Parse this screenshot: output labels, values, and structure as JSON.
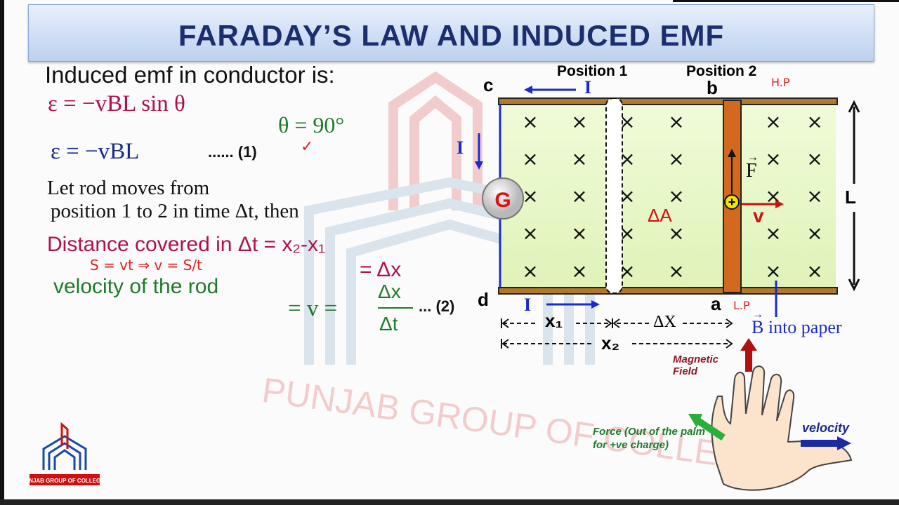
{
  "title": "FARADAY’S LAW AND INDUCED EMF",
  "left": {
    "heading": "Induced emf in conductor is:",
    "eq1": "ε = −vBL sin θ",
    "theta": "θ = 90°",
    "eq2": "ε = −vBL",
    "eq2_tag": "...... (1)",
    "let_line1": "Let rod moves from",
    "let_line2": "position 1 to 2 in time Δt, then",
    "distance": "Distance covered in Δt = x₂-x₁",
    "distance_eq": "= Δx",
    "handwritten_note": "S = vt ⇒ v = S/t",
    "velocity_label": "velocity of the rod",
    "velocity_eq_prefix": "= v =",
    "frac_num": "Δx",
    "frac_den": "Δt",
    "velocity_tag": "... (2)"
  },
  "diagram": {
    "position1": "Position 1",
    "position2": "Position 2",
    "corner_c": "c",
    "corner_b": "b",
    "corner_d": "d",
    "corner_a": "a",
    "current": "I",
    "galvanometer": "G",
    "force": "F",
    "velocity": "v",
    "area": "ΔA",
    "length": "L",
    "x1": "x₁",
    "x2": "x₂",
    "dx": "ΔX",
    "b_field": "B into paper",
    "hp_note": "H.P",
    "lp_note": "L.P",
    "field_symbol": "×",
    "charge": "+"
  },
  "hand_rule": {
    "magnetic_field": "Magnetic Field",
    "force": "Force (Out of the palm for +ve charge)",
    "velocity": "velocity"
  },
  "watermark": "PUNJAB GROUP OF COLLEGES",
  "logo_text": "PUNJAB GROUP OF COLLEGES",
  "colors": {
    "title": "#1b2e6e",
    "maroon": "#b0104a",
    "navy": "#1a2a8c",
    "green": "#1e7a2a",
    "rail": "#b07a2a",
    "rod": "#d2691e",
    "field_region": "#e6f7c4",
    "annotation_red": "#e02020"
  }
}
